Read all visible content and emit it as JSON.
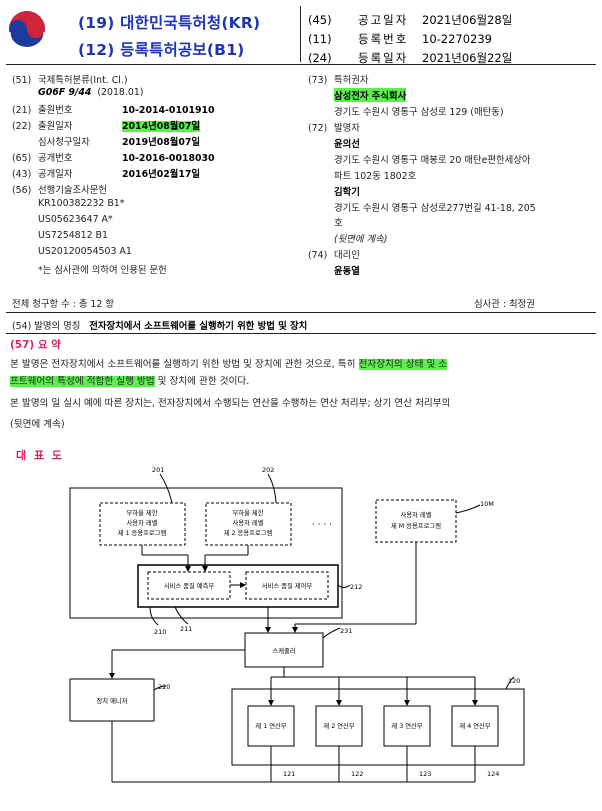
{
  "header": {
    "country": "(19) 대한민국특허청(KR)",
    "doc_type": "(12) 등록특허공보(B1)",
    "right": [
      {
        "num": "(45)",
        "label": "공고일자",
        "value": "2021년06월28일"
      },
      {
        "num": "(11)",
        "label": "등록번호",
        "value": "10-2270239"
      },
      {
        "num": "(24)",
        "label": "등록일자",
        "value": "2021년06월22일"
      }
    ]
  },
  "biblio": {
    "ipc_num": "(51)",
    "ipc_label": "국제특허분류(Int. Cl.)",
    "ipc_value": "G06F 9/44",
    "ipc_year": "(2018.01)",
    "app_no_num": "(21)",
    "app_no_label": "출원번호",
    "app_no_value": "10-2014-0101910",
    "app_date_num": "(22)",
    "app_date_label": "출원일자",
    "app_date_value": "2014년08월07일",
    "exam_label": "심사청구일자",
    "exam_value": "2019년08월07일",
    "pub_no_num": "(65)",
    "pub_no_label": "공개번호",
    "pub_no_value": "10-2016-0018030",
    "pub_date_num": "(43)",
    "pub_date_label": "공개일자",
    "pub_date_value": "2016년02월17일",
    "prior_num": "(56)",
    "prior_label": "선행기술조사문헌",
    "prior_list": [
      "KR100382232 B1*",
      "US05623647 A*",
      "US7254812 B1",
      "US20120054503 A1"
    ],
    "prior_note": "*는 심사관에 의하여 인용된 문헌"
  },
  "parties": {
    "owner_num": "(73)",
    "owner_label": "특허권자",
    "owner_name": "삼성전자 주식회사",
    "owner_addr": "경기도 수원시 영통구 삼성로 129 (매탄동)",
    "inventor_num": "(72)",
    "inventor_label": "발명자",
    "inv1_name": "윤의선",
    "inv1_addr1": "경기도 수원시 영통구 매봉로 20 매탄e편한세상아",
    "inv1_addr2": "파트 102동 1802호",
    "inv2_name": "김학기",
    "inv2_addr1": "경기도 수원시 영통구 삼성로277번길 41-18, 205",
    "inv2_addr2": "호",
    "continued": "(뒷면에 계속)",
    "agent_num": "(74)",
    "agent_label": "대리인",
    "agent_name": "윤동열"
  },
  "claims": {
    "total": "전체 청구항 수 : 총  12  항",
    "examiner": "심사관 :    최정권"
  },
  "title_row": {
    "label": "(54) 발명의 명칭",
    "title": "전자장치에서 소프트웨어를 실행하기 위한 방법 및 장치"
  },
  "abstract": {
    "heading": "(57) 요 약",
    "p1_a": "본 발명은 전자장치에서 소프트웨어를 실행하기 위한 방법 및 장치에 관한 것으로, 특히 ",
    "p1_hl1": "전자장치의 상태 및 소",
    "p1_hl2": "프트웨어의 특성에 적합한 실행 방법",
    "p1_b": " 및 장치에 관한 것이다.",
    "p2": "본 발명의 일 실시 예에 따른 장치는, 전자장치에서 수행되는 연산을 수행하는 연산 처리부; 상기 연산 처리부의",
    "continued": "(뒷면에 계속)"
  },
  "figure": {
    "heading": "대 표 도",
    "app1": [
      "부하율 제한",
      "사용자 레벨",
      "제 1 응용프로그램"
    ],
    "app2": [
      "부하율 제한",
      "사용자 레벨",
      "제 2 응용프로그램"
    ],
    "appN": [
      "사용자 레벨",
      "제 M 응용프로그램"
    ],
    "dots": "· · · ·",
    "predictor": "서비스 품질 예측부",
    "controller": "서비스 품질 제어부",
    "scheduler": "스케줄러",
    "device_mgr": "장치 매니저",
    "unit1": "제 1 연산부",
    "unit2": "제 2 연산부",
    "unit3": "제 3 연산부",
    "unit4": "제 4 연산부",
    "ref": {
      "r201": "201",
      "r202": "202",
      "r10M": "10M",
      "r212": "212",
      "r210": "210",
      "r211": "211",
      "r231": "231",
      "r220": "220",
      "r120": "120",
      "r121": "121",
      "r122": "122",
      "r123": "123",
      "r124": "124"
    }
  }
}
